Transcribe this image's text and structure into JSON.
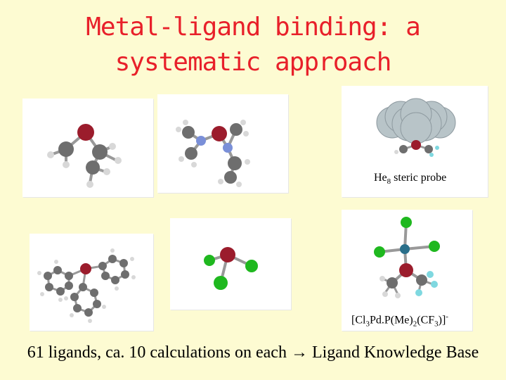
{
  "title": {
    "line1": "Metal-ligand binding: a",
    "line2": "systematic approach"
  },
  "captions": {
    "he8": {
      "main": "He",
      "sub": "8",
      "rest": " steric probe"
    },
    "pd": {
      "p1": "[Cl",
      "s1": "3",
      "p2": "Pd.P(Me)",
      "s2": "2",
      "p3": "(CF",
      "s3": "3",
      "p4": ")]",
      "sup": "-"
    }
  },
  "footer": {
    "left": "61 ligands, ca. 10 calculations on each",
    "arrow": "→",
    "right": "Ligand Knowledge Base"
  },
  "colors": {
    "background": "#fdfbd2",
    "title": "#e8202a",
    "phosphorus": "#9b1c2c",
    "carbon": "#6e6e6e",
    "hydrogen": "#d8d8d8",
    "nitrogen": "#7a8fd8",
    "chlorine": "#1fb81f",
    "fluorine": "#7fd8e0",
    "palladium": "#2a6f8a",
    "helium": "#b8c4c8"
  }
}
